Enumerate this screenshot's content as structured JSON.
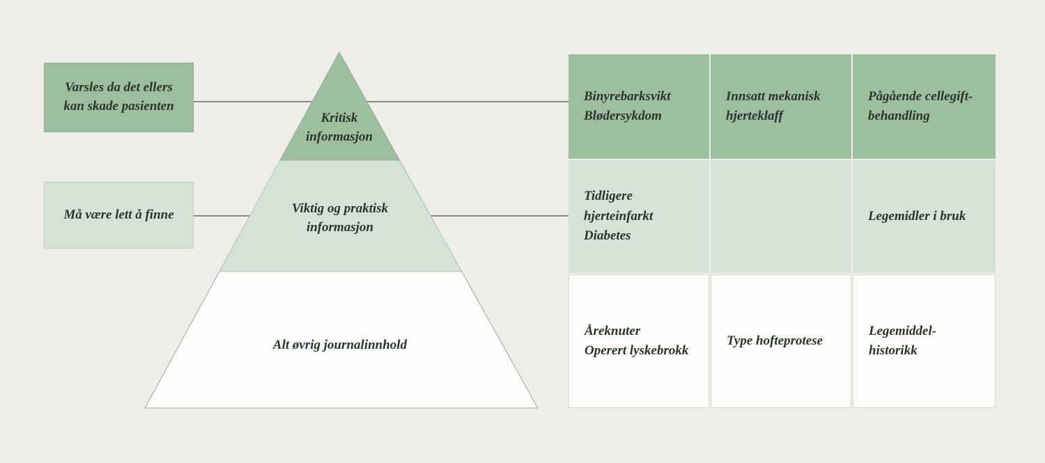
{
  "colors": {
    "background": "#efedea",
    "dark_green": "#9dbfa0",
    "light_green": "#d5e3d6",
    "segment_white": "#fdfdfc",
    "text": "#2c352c",
    "line": "#50504b",
    "border": "#a2a69e"
  },
  "callouts": {
    "critical": "Varsles da det ellers\nkan skade pasienten",
    "important": "Må være lett å finne"
  },
  "pyramid": {
    "levels": [
      {
        "label": "Kritisk\ninformasjon"
      },
      {
        "label": "Viktig og praktisk\ninformasjon"
      },
      {
        "label": "Alt øvrig journalinnhold"
      }
    ]
  },
  "table": {
    "rows": [
      {
        "cells": [
          "Binyrebarksvikt\nBlødersykdom",
          "Innsatt mekanisk\nhjerteklaff",
          "Pågående cellegift-\nbehandling"
        ]
      },
      {
        "cells": [
          "Tidligere\nhjerteinfarkt\nDiabetes",
          "",
          "Legemidler i bruk"
        ]
      },
      {
        "cells": [
          "Åreknuter\nOperert lyskebrokk",
          "Type hofteprotese",
          "Legemiddel-\nhistorikk"
        ]
      }
    ]
  }
}
